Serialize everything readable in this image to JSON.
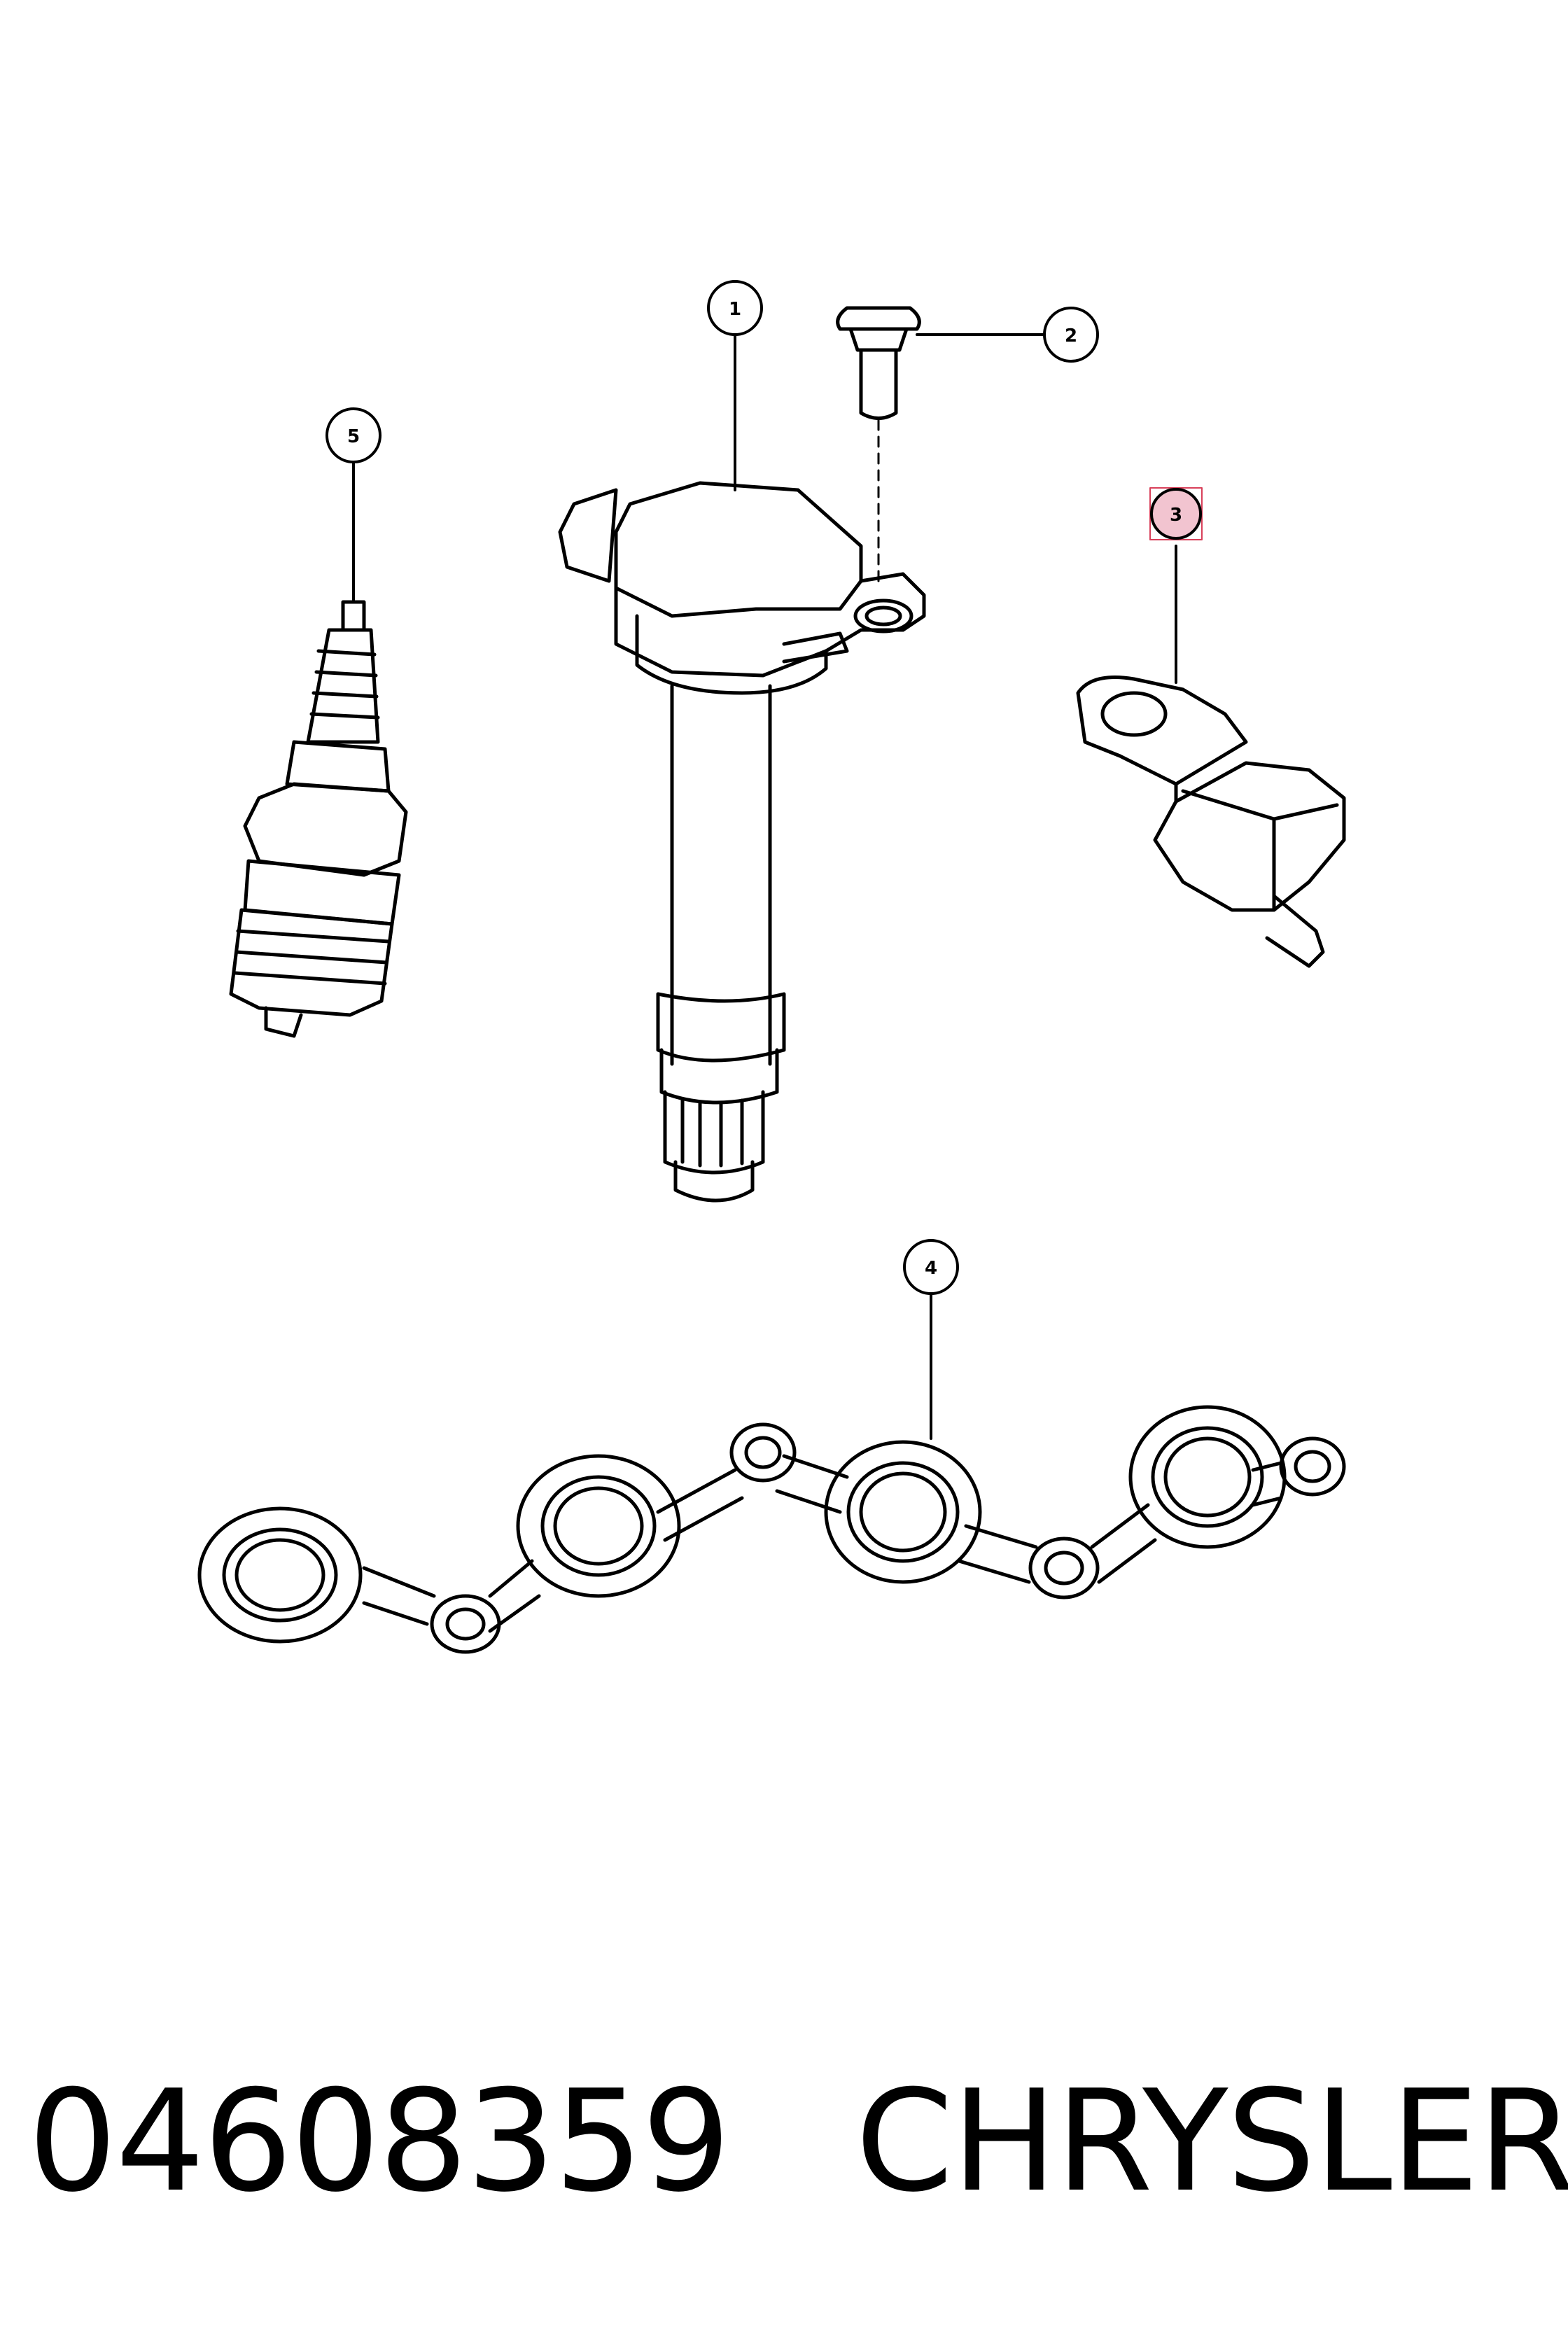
{
  "callouts": [
    {
      "id": "1",
      "label": "1"
    },
    {
      "id": "2",
      "label": "2"
    },
    {
      "id": "3",
      "label": "3",
      "highlighted": true
    },
    {
      "id": "4",
      "label": "4"
    },
    {
      "id": "5",
      "label": "5"
    }
  ],
  "caption": {
    "part_number": "04608359",
    "brand": "CHRYSLER"
  },
  "colors": {
    "line": "#000000",
    "highlight_fill": "#f2c4d0",
    "highlight_border": "#d8405a"
  }
}
